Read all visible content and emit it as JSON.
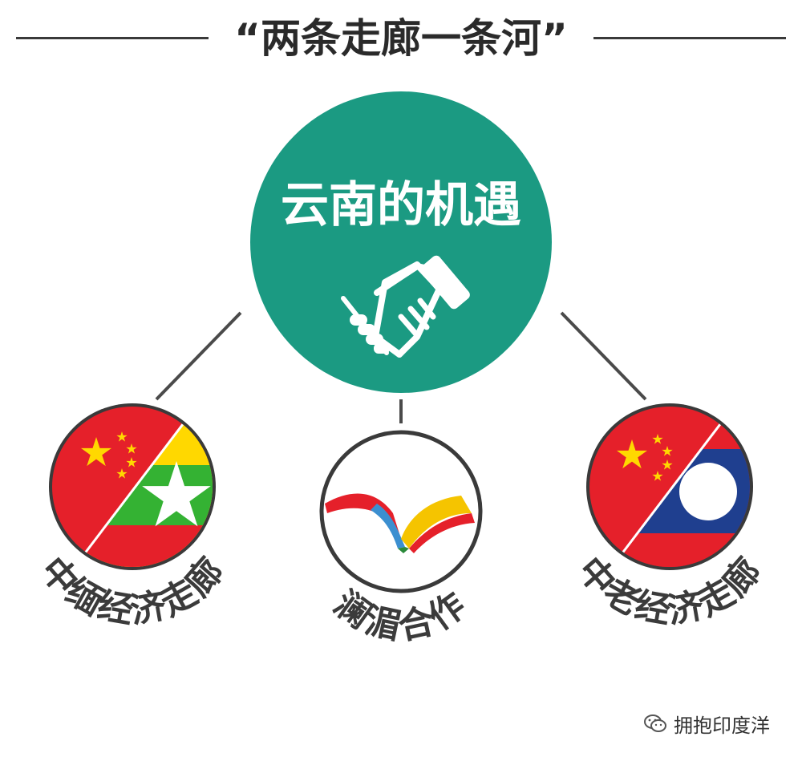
{
  "title": "“两条走廊一条河”",
  "center": {
    "label": "云南的机遇",
    "icon": "handshake-icon",
    "color": "#1b9a82"
  },
  "nodes": [
    {
      "label": "中缅经济走廊",
      "icon": "china-myanmar-flag-icon"
    },
    {
      "label": "澜湄合作",
      "icon": "lancang-mekong-ribbon-icon"
    },
    {
      "label": "中老经济走廊",
      "icon": "china-laos-flag-icon"
    }
  ],
  "watermark": {
    "text": "拥抱印度洋",
    "icon": "wechat-icon"
  },
  "colors": {
    "china_red": "#e5202a",
    "star_yellow": "#ffd800",
    "myanmar_green": "#34b233",
    "laos_blue": "#1f3f8f",
    "line": "#4a4a4a"
  }
}
